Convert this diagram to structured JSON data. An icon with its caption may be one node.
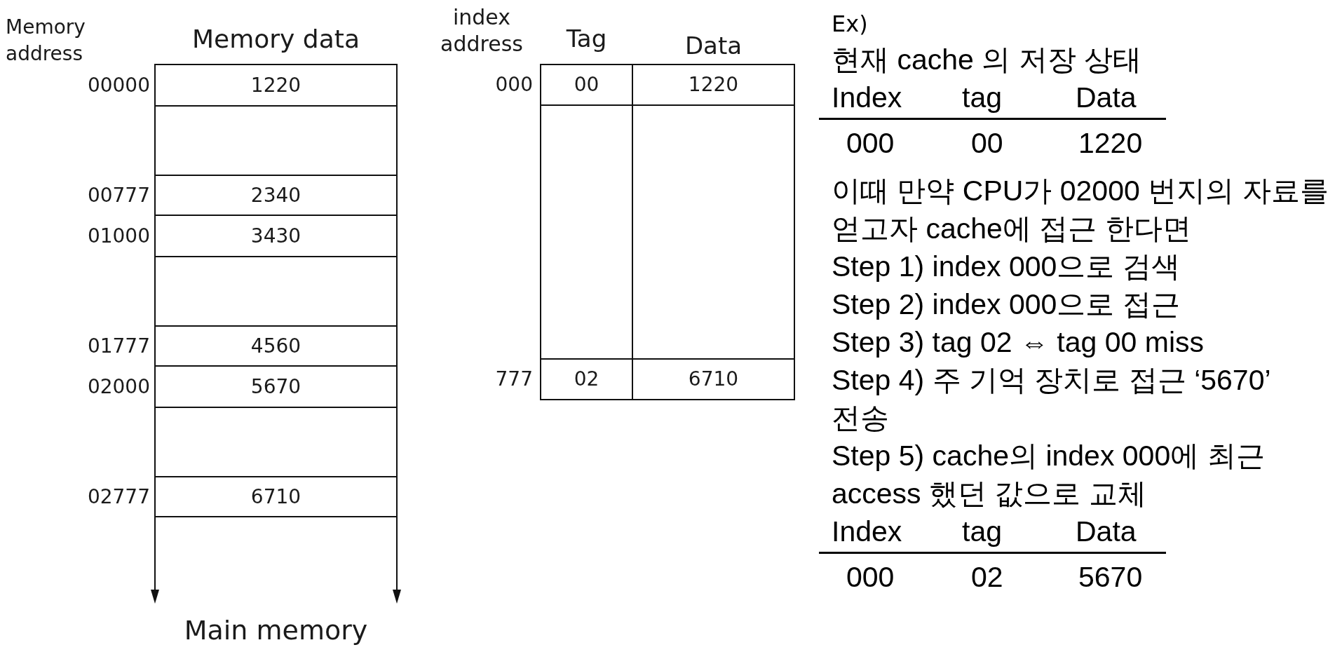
{
  "diagram": {
    "nodes": [
      {
        "text": [
          "1220"
        ],
        "beside": [
          "00000"
        ]
      },
      {
        "text": [],
        "shape": "box"
      },
      {
        "text": [
          "2340"
        ],
        "beside": [
          "00777"
        ]
      },
      {
        "text": [
          "3430"
        ],
        "beside": [
          "01000"
        ]
      },
      {
        "text": [],
        "shape": "box"
      },
      {
        "text": [
          "4560"
        ],
        "beside": [
          "01777"
        ]
      },
      {
        "text": [
          "5670"
        ],
        "beside": [
          "02000"
        ]
      },
      {
        "text": [],
        "shape": "box"
      },
      {
        "text": [
          "6710"
        ],
        "beside": [
          "02777"
        ]
      },
      {
        "text": [
          "00"
        ],
        "beside": [
          "000"
        ]
      },
      {
        "text": [
          "1220"
        ]
      },
      {
        "text": [],
        "shape": "box"
      },
      {
        "text": [],
        "shape": "box"
      },
      {
        "text": [
          "02"
        ],
        "beside": [
          "777"
        ]
      },
      {
        "text": [
          "6710"
        ]
      }
    ],
    "labels": [
      "Memory address",
      "Memory data",
      "Main memory",
      "index address",
      "Tag",
      "Data",
      "Ex)",
      "현재 cache 의 저장 상태",
      "Index",
      "tag",
      "Data",
      "000",
      "00",
      "1220",
      "이때 만약 CPU가 02000 번지의 자료를 얻고자 cache에 접근 한다면",
      "Step 1) index 000으로 검색",
      "Step 2) index 000으로 접근",
      "Step 3) tag 02 ⇔ tag 00 miss",
      "Step 4) 주 기억 장치로 접근 ‘5670’ 전송",
      "Step 5) cache의 index 000에 최근 access 했던 값으로 교체",
      "Index",
      "tag",
      "Data",
      "000",
      "02",
      "5670"
    ]
  }
}
